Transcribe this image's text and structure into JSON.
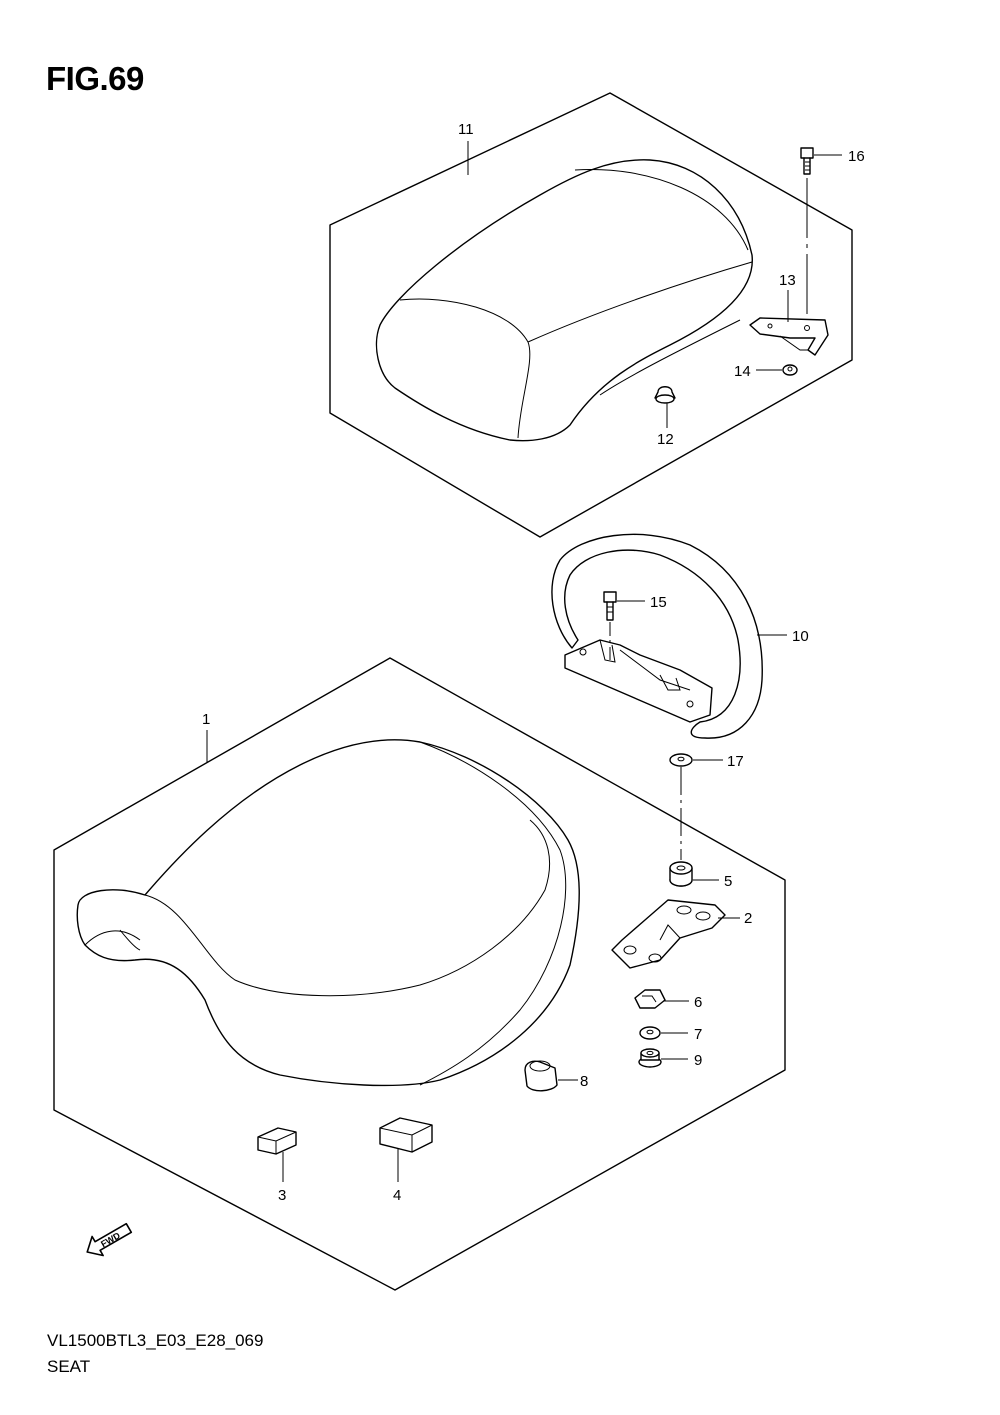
{
  "figure": {
    "title": "FIG.69",
    "code": "VL1500BTL3_E03_E28_069",
    "name": "SEAT"
  },
  "parts": [
    {
      "ref": "1"
    },
    {
      "ref": "2"
    },
    {
      "ref": "3"
    },
    {
      "ref": "4"
    },
    {
      "ref": "5"
    },
    {
      "ref": "6"
    },
    {
      "ref": "7"
    },
    {
      "ref": "8"
    },
    {
      "ref": "9"
    },
    {
      "ref": "10"
    },
    {
      "ref": "11"
    },
    {
      "ref": "12"
    },
    {
      "ref": "13"
    },
    {
      "ref": "14"
    },
    {
      "ref": "15"
    },
    {
      "ref": "16"
    },
    {
      "ref": "17"
    }
  ],
  "direction_marker": "FWD"
}
